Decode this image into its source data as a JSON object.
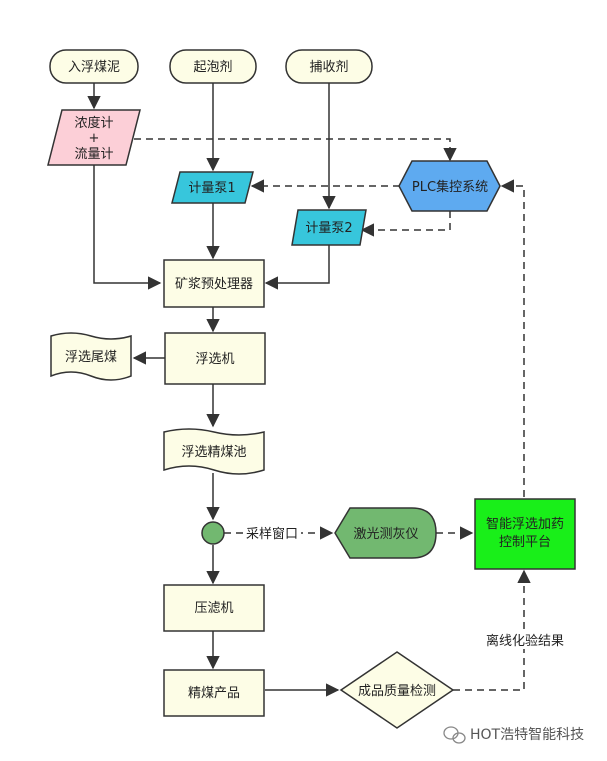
{
  "nodes": {
    "input_slurry": "入浮煤泥",
    "frother": "起泡剂",
    "collector": "捕收剂",
    "density_flow_line1": "浓度计",
    "density_flow_line2": "+",
    "density_flow_line3": "流量计",
    "metering_pump_1": "计量泵1",
    "metering_pump_2": "计量泵2",
    "plc_system": "PLC集控系统",
    "pretreatment": "矿浆预处理器",
    "flotation_machine": "浮选机",
    "flotation_tailings": "浮选尾煤",
    "clean_coal_tank": "浮选精煤池",
    "laser_ash_meter": "激光测灰仪",
    "smart_platform_line1": "智能浮选加药",
    "smart_platform_line2": "控制平台",
    "filter_press": "压滤机",
    "clean_coal_product": "精煤产品",
    "quality_check": "成品质量检测"
  },
  "edge_labels": {
    "sampling_window": "采样窗口",
    "offline_results": "离线化验结果"
  },
  "watermark": "HOT浩特智能科技",
  "colors": {
    "cream_fill": "#fdfde6",
    "pink_fill": "#fccfd7",
    "cyan_fill": "#37c6dc",
    "blue_fill": "#5eaaf0",
    "green_fill": "#72b870",
    "bright_green_fill": "#19ef19",
    "stroke": "#333333"
  }
}
